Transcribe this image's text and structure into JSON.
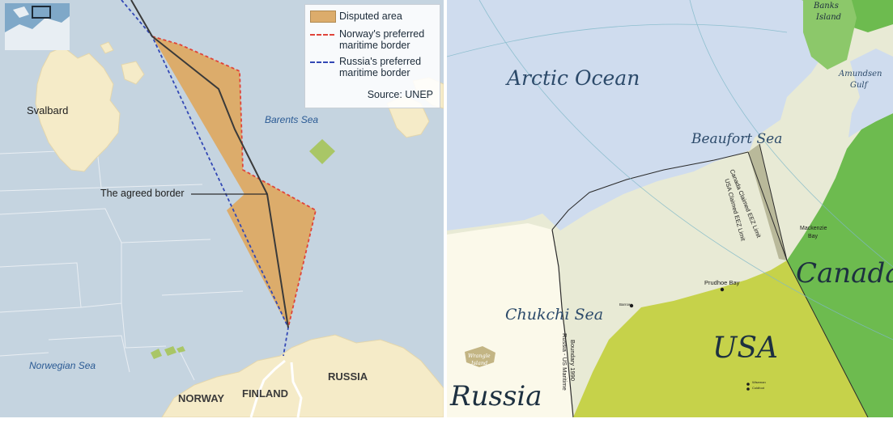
{
  "left_map": {
    "legend": {
      "disputed": "Disputed area",
      "norway_line": "Norway's preferred maritime border",
      "russia_line": "Russia's preferred maritime border",
      "source": "Source: UNEP"
    },
    "labels": {
      "svalbard": "Svalbard",
      "barents": "Barents Sea",
      "agreed": "The agreed border",
      "norwegian_sea": "Norwegian Sea",
      "norway": "NORWAY",
      "finland": "FINLAND",
      "russia": "RUSSIA"
    },
    "colors": {
      "sea": "#c5d4e0",
      "land": "#f5ebc8",
      "disputed": "#dcac6b",
      "norway_line": "#e0443a",
      "russia_line": "#3348b5",
      "agreed_line": "#3a3a3a",
      "label_sea": "#2a5a94"
    }
  },
  "right_map": {
    "labels": {
      "arctic": "Arctic Ocean",
      "banks_1": "Banks",
      "banks_2": "Island",
      "amundsen_1": "Amundsen",
      "amundsen_2": "Gulf",
      "beaufort": "Beaufort Sea",
      "usa_claim": "USA Claimed EEZ Limit",
      "canada_claim": "Canada Claimed EEZ Limit",
      "mackenzie_1": "Mackenzie",
      "mackenzie_2": "Bay",
      "prudhoe": "Prudhoe Bay",
      "barrow": "Barrow",
      "chukchi": "Chukchi Sea",
      "wrangel_1": "Wrangle",
      "wrangel_2": "Island",
      "boundary_1": "Russia - US Maritime",
      "boundary_2": "Boundary 1990",
      "canada": "Canada",
      "usa": "USA",
      "russia": "Russia",
      "wiseman": "Wiseman",
      "coldfoot": "Coldfoot"
    },
    "colors": {
      "ocean": "#cfdcee",
      "shelf": "#e8ead5",
      "canada_land": "#6dbb4f",
      "usa_land": "#c6d24a",
      "russia_land": "#fbf9ea",
      "disputed_wedge": "#b9b99a",
      "label": "#2c4a6a"
    }
  }
}
